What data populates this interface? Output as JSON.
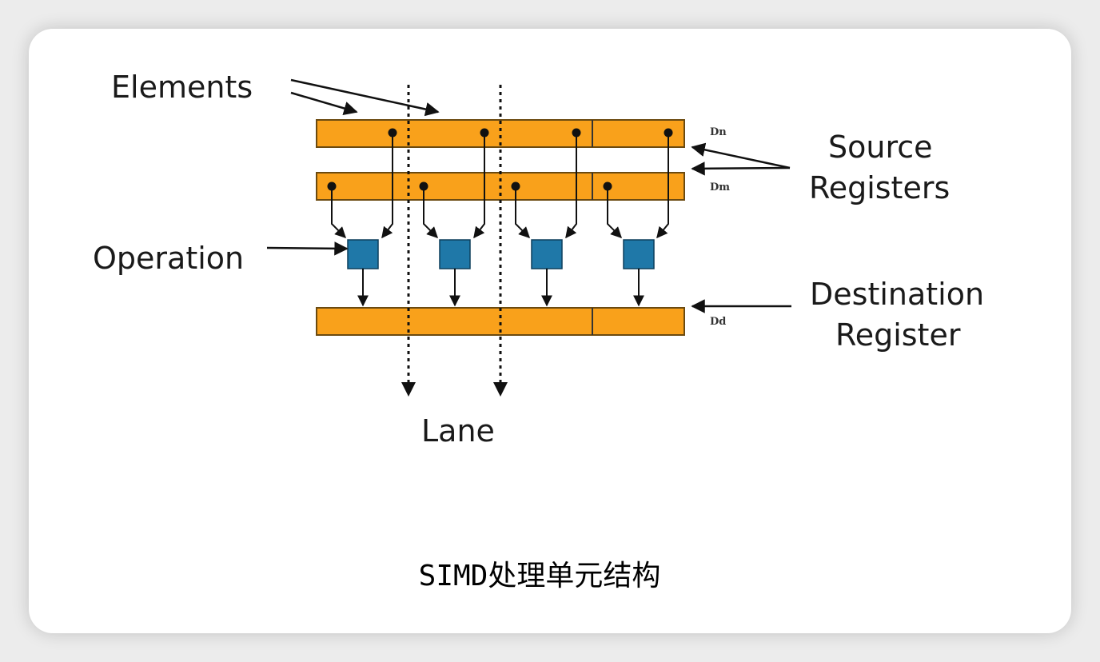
{
  "labels": {
    "elements": "Elements",
    "source_line1": "Source",
    "source_line2": "Registers",
    "operation": "Operation",
    "destination_line1": "Destination",
    "destination_line2": "Register",
    "lane": "Lane"
  },
  "registers": {
    "dn": "Dn",
    "dm": "Dm",
    "dd": "Dd"
  },
  "caption": "SIMD处理单元结构",
  "colors": {
    "register_fill": "#f9a11b",
    "operation_fill": "#1f78a8",
    "line": "#111111"
  }
}
